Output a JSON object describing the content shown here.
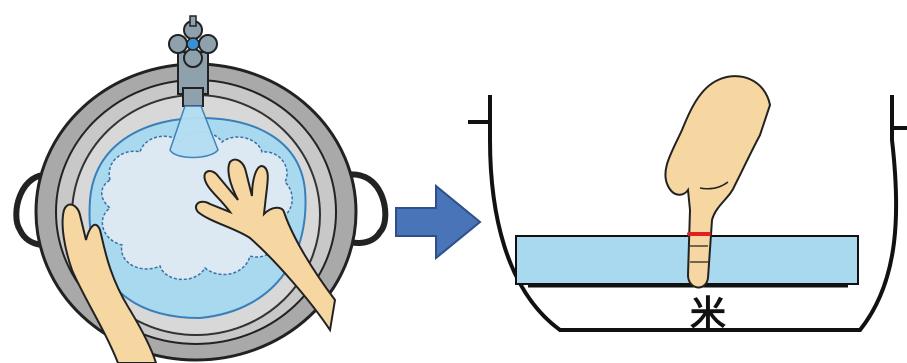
{
  "right_panel": {
    "rice_label": "米"
  },
  "colors": {
    "water": "#a9d9ee",
    "pot_gray": "#9a9a9a",
    "skin": "#f7d7a1",
    "arrow": "#4a74b8",
    "faucet": "#8fa1ad",
    "measure_mark": "#e02020"
  },
  "icons": {
    "left": "pot-washing-rice-illustration",
    "middle": "right-arrow-icon",
    "right": "finger-measuring-water-illustration"
  }
}
